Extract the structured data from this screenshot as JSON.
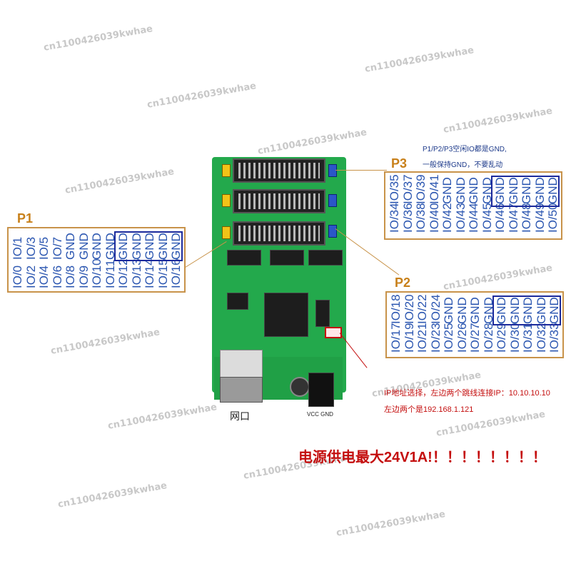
{
  "watermark": "cn1100426039kwhae",
  "p1": {
    "label": "P1",
    "columns": [
      [
        "IO/0",
        "IO/1"
      ],
      [
        "IO/2",
        "IO/3"
      ],
      [
        "IO/4",
        "IO/5"
      ],
      [
        "IO/6",
        "IO/7"
      ],
      [
        "IO/8",
        "GND"
      ],
      [
        "IO/9",
        "GND"
      ],
      [
        "IO/10",
        "GND"
      ],
      [
        "IO/11",
        "GND"
      ],
      [
        "IO/12",
        "GND"
      ],
      [
        "IO/13",
        "GND"
      ],
      [
        "IO/14",
        "GND"
      ],
      [
        "IO/15",
        "GND"
      ],
      [
        "IO/16",
        "GND"
      ]
    ]
  },
  "p2": {
    "label": "P2",
    "columns": [
      [
        "IO/17",
        "IO/18"
      ],
      [
        "IO/19",
        "IO/20"
      ],
      [
        "IO/21",
        "IO/22"
      ],
      [
        "IO/23",
        "IO/24"
      ],
      [
        "IO/25",
        "GND"
      ],
      [
        "IO/26",
        "GND"
      ],
      [
        "IO/27",
        "GND"
      ],
      [
        "IO/28",
        "GND"
      ],
      [
        "IO/29",
        "GND"
      ],
      [
        "IO/30",
        "GND"
      ],
      [
        "IO/31",
        "GND"
      ],
      [
        "IO/32",
        "GND"
      ],
      [
        "IO/33",
        "GND"
      ]
    ]
  },
  "p3": {
    "label": "P3",
    "columns": [
      [
        "IO/34",
        "IO/35"
      ],
      [
        "IO/36",
        "IO/37"
      ],
      [
        "IO/38",
        "IO/39"
      ],
      [
        "IO/40",
        "IO/41"
      ],
      [
        "IO/42",
        "GND"
      ],
      [
        "IO/43",
        "GND"
      ],
      [
        "IO/44",
        "GND"
      ],
      [
        "IO/45",
        "GND"
      ],
      [
        "IO/46",
        "GND"
      ],
      [
        "IO/47",
        "GND"
      ],
      [
        "IO/48",
        "GND"
      ],
      [
        "IO/49",
        "GND"
      ],
      [
        "IO/50",
        "GND"
      ]
    ]
  },
  "notes": {
    "gnd_note_1": "P1/P2/P3空闲IO都是GND,",
    "gnd_note_2": "一般保持GND，不要乱动",
    "ip_note_1": "IP地址选择，左边两个跳线连接IP：10.10.10.10",
    "ip_note_2": "左边两个是192.168.1.121",
    "power_warning": "电源供电最大24V1A!！！！！！！！！",
    "ethernet_label": "网口",
    "power_label": "VCC GND"
  },
  "colors": {
    "pin_text": "#2a55b0",
    "box_border": "#c8934a",
    "highlight": "#1b2a9c",
    "warning": "#c40e0e",
    "board": "#23a94c"
  }
}
